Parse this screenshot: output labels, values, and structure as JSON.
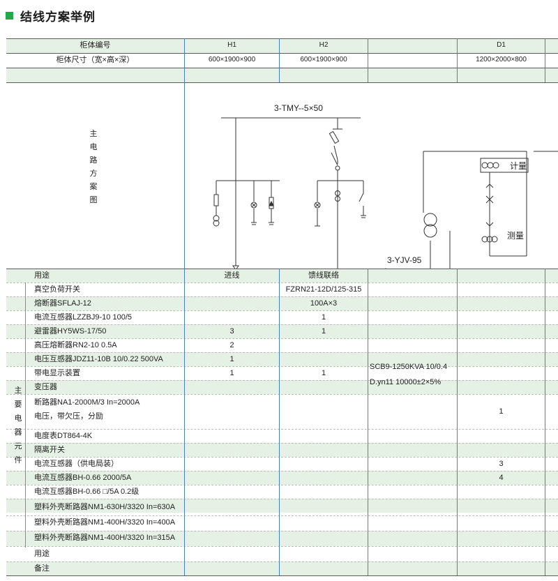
{
  "title": "结线方案举例",
  "header": {
    "cabinet_no_label": "柜体编号",
    "size_label": "柜体尺寸（宽×高×深）",
    "columns": [
      {
        "id": "H1",
        "size": "600×1900×900"
      },
      {
        "id": "H2",
        "size": "600×1900×900"
      },
      {
        "id": "",
        "size": ""
      },
      {
        "id": "D1",
        "size": "1200×2000×800"
      }
    ]
  },
  "diagram": {
    "label_chars": [
      "主",
      "电",
      "路",
      "方",
      "案",
      "图"
    ],
    "busbar_label": "3-TMY--5×50",
    "cable_label": "3-YJV-95",
    "metering_label": "计量",
    "measure_label": "测量"
  },
  "use_row": {
    "label": "用途",
    "h1": "进线",
    "h2": "馈线联络"
  },
  "group_label_chars": [
    "主",
    "要",
    "电",
    "器",
    "元",
    "件"
  ],
  "components": [
    {
      "name": "真空负荷开关",
      "h1": "",
      "h2": "FZRN21-12D/125-315",
      "d1": ""
    },
    {
      "name": "熔断器SFLAJ-12",
      "h1": "",
      "h2": "100A×3",
      "d1": ""
    },
    {
      "name": "电流互感器LZZBJ9-10 100/5",
      "h1": "",
      "h2": "1",
      "d1": ""
    },
    {
      "name": "避雷器HY5WS-17/50",
      "h1": "3",
      "h2": "1",
      "d1": ""
    },
    {
      "name": "高压熔断器RN2-10 0.5A",
      "h1": "2",
      "h2": "",
      "d1": ""
    },
    {
      "name": "电压互感器JDZ11-10B 10/0.22 500VA",
      "h1": "1",
      "h2": "",
      "d1": ""
    },
    {
      "name": "带电显示装置",
      "h1": "1",
      "h2": "1",
      "d1": ""
    },
    {
      "name": "变压器",
      "h1": "",
      "h2": "",
      "d1": ""
    },
    {
      "name": "断路器NA1-2000M/3 In=2000A",
      "h1": "",
      "h2": "",
      "d1": ""
    },
    {
      "name": "电压，带欠压，分励",
      "h1": "",
      "h2": "",
      "d1": ""
    },
    {
      "name": "电度表DT864-4K",
      "h1": "",
      "h2": "",
      "d1": ""
    },
    {
      "name": "隔离开关",
      "h1": "",
      "h2": "",
      "d1": ""
    },
    {
      "name": "电流互感器（供电局装）",
      "h1": "",
      "h2": "",
      "d1": "3"
    },
    {
      "name": "电流互感器BH-0.66 2000/5A",
      "h1": "",
      "h2": "",
      "d1": "4"
    },
    {
      "name": "电流互感器BH-0.66 □/5A 0.2级",
      "h1": "",
      "h2": "",
      "d1": ""
    },
    {
      "name": "塑料外壳断路器NM1-630H/3320 In=630A",
      "h1": "",
      "h2": "",
      "d1": ""
    },
    {
      "name": "塑料外壳断路器NM1-400H/3320 In=400A",
      "h1": "",
      "h2": "",
      "d1": ""
    },
    {
      "name": "塑料外壳断路器NM1-400H/3320 In=315A",
      "h1": "",
      "h2": "",
      "d1": ""
    }
  ],
  "transformer_spec": {
    "line1": "SCB9-1250KVA 10/0.4",
    "line2": "D.yn11 10000±2×5%"
  },
  "breaker_qty": "1",
  "footer": {
    "use_label": "用途",
    "remark_label": "备注"
  },
  "colors": {
    "accent_green": "#1faa4a",
    "row_shade": "#e4f1e4",
    "grid_blue": "#4a7fc4"
  }
}
